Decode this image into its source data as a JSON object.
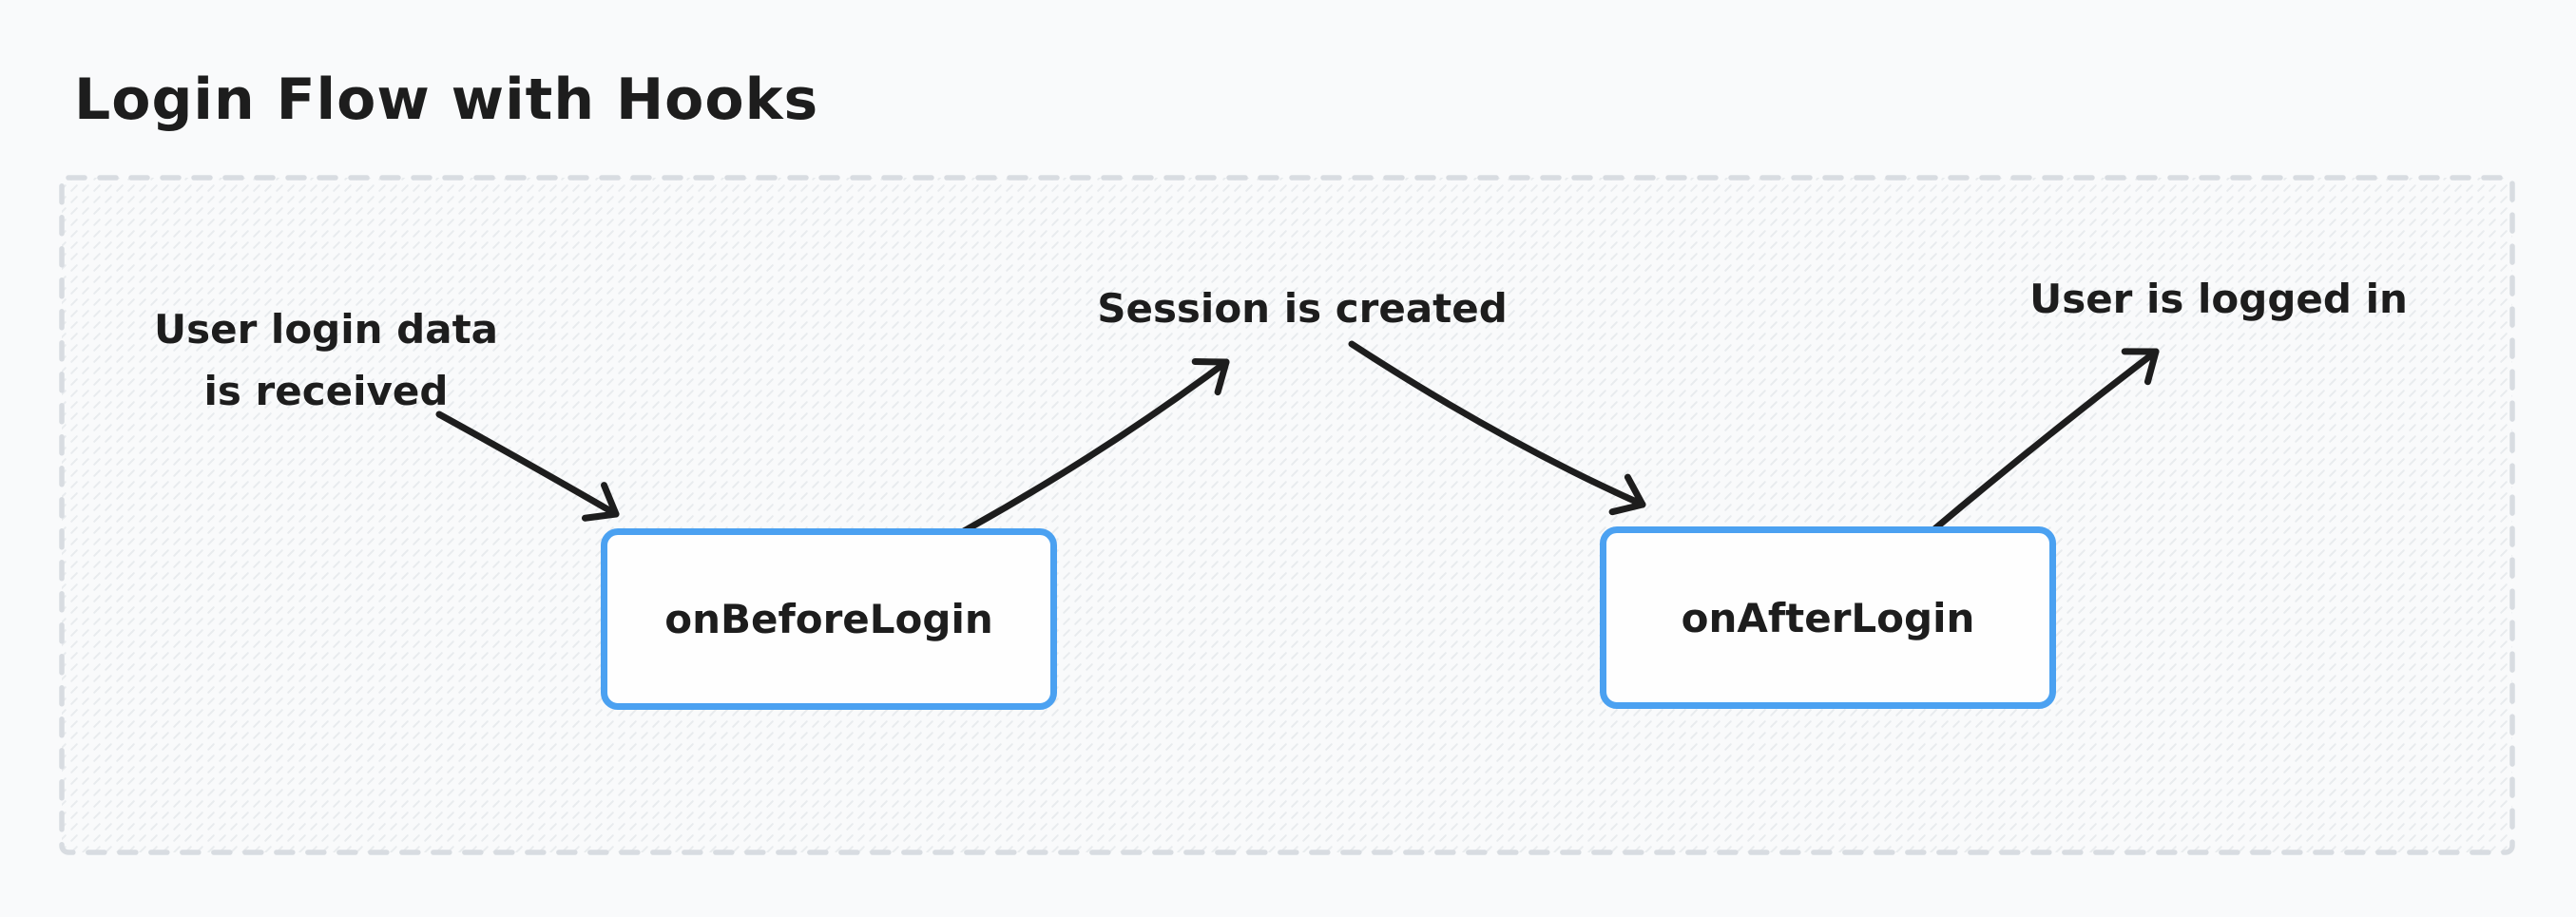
{
  "title": "Login Flow with Hooks",
  "diagram": {
    "nodes": [
      {
        "id": "on-before-login",
        "label": "onBeforeLogin"
      },
      {
        "id": "on-after-login",
        "label": "onAfterLogin"
      }
    ],
    "annotations": [
      {
        "id": "user-login-data",
        "text": "User login data\nis received"
      },
      {
        "id": "session-created",
        "text": "Session is created"
      },
      {
        "id": "user-logged-in",
        "text": "User is logged in"
      }
    ]
  },
  "colors": {
    "page_bg": "#f9fafb",
    "frame_border": "#d8dce1",
    "hatch": "#e8ebee",
    "node_border": "#4ba1f1",
    "node_fill": "#fefefe",
    "ink": "#1d1d1d"
  }
}
